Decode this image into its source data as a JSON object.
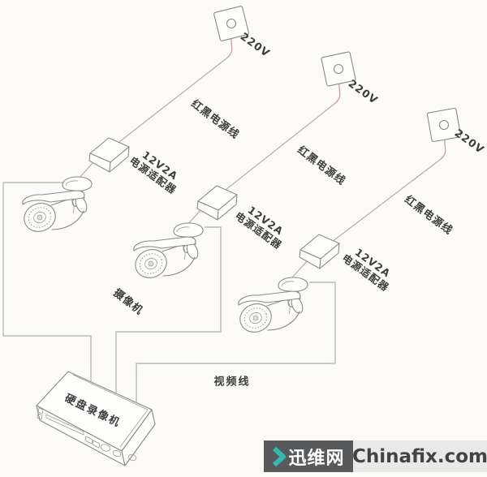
{
  "diagram": {
    "sets": [
      {
        "outlet_label": "220V",
        "power_line_label": "红黑电源线",
        "adapter_label_line1": "12V2A",
        "adapter_label_line2": "电源适配器"
      },
      {
        "outlet_label": "220V",
        "power_line_label": "红黑电源线",
        "adapter_label_line1": "12V2A",
        "adapter_label_line2": "电源适配器"
      },
      {
        "outlet_label": "220V",
        "power_line_label": "红黑电源线",
        "adapter_label_line1": "12V2A",
        "adapter_label_line2": "电源适配器"
      }
    ],
    "camera_label": "摄像机",
    "video_line_label": "视频线",
    "dvr_label": "硬盘录像机"
  },
  "watermark": {
    "site_name": "迅维网",
    "domain": "Chinafix.com",
    "chevron_icon": "chevron-right"
  },
  "colors": {
    "accent_teal": "#35b8ad",
    "watermark_dark": "#58595b",
    "watermark_light": "#e9e9e9",
    "video_line": "#b6bfab",
    "power_line_red": "#cf9c9c",
    "power_line_gray": "#b5abab",
    "device_stroke": "#8a8a8a",
    "text": "#3d3d3d"
  }
}
